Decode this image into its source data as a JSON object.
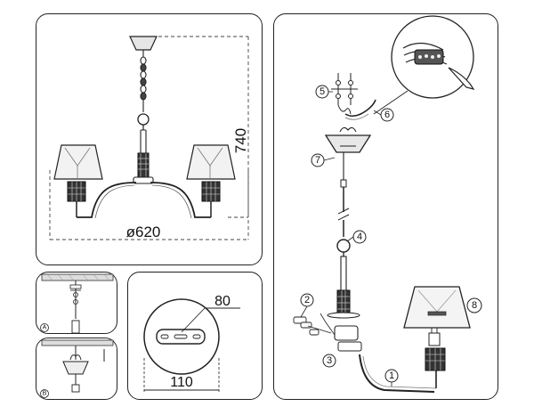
{
  "overview": {
    "height_dim": "740",
    "diameter_dim": "ø620"
  },
  "canopy_detail": {
    "width_dim": "80",
    "length_dim": "110"
  },
  "mounting_steps": {
    "step_a_label": "A",
    "step_b_label": "B"
  },
  "assembly": {
    "callouts": [
      "1",
      "2",
      "3",
      "4",
      "5",
      "6",
      "7",
      "8"
    ]
  }
}
